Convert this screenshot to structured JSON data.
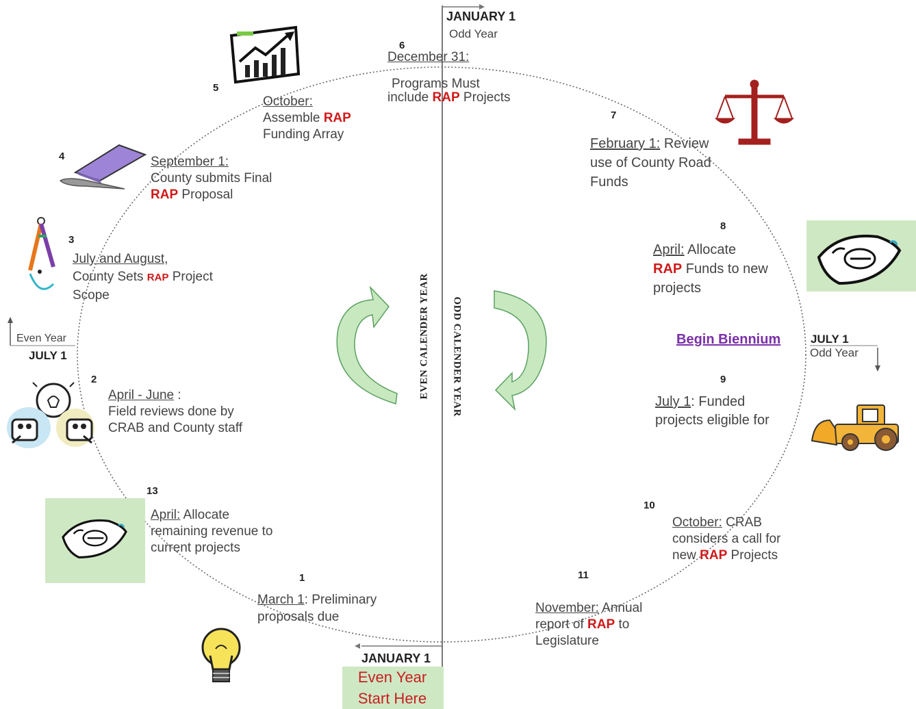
{
  "top_marker": {
    "date": "JANUARY 1",
    "year": "Odd Year"
  },
  "bottom_marker": {
    "date": "JANUARY 1",
    "year": "Even Year",
    "start": "Start Here"
  },
  "left_marker": {
    "year": "Even Year",
    "date": "JULY 1"
  },
  "right_marker": {
    "date": "JULY 1",
    "year": "Odd Year"
  },
  "begin_biennium": "Begin Biennium",
  "center_labels": {
    "even": "EVEN CALENDER YEAR",
    "odd": "ODD CALENDER YEAR"
  },
  "rap": "RAP",
  "steps": [
    {
      "num": "1",
      "date": "March 1",
      "line1": ": Preliminary",
      "line2": "proposals due"
    },
    {
      "num": "2",
      "date": "April - June",
      "date_suffix": " :",
      "line1": "Field reviews done by",
      "line2": "CRAB and County staff"
    },
    {
      "num": "3",
      "date": "July and August,",
      "line1_pre": "County Sets ",
      "line1_post": " Project",
      "line2": "Scope"
    },
    {
      "num": "4",
      "date": "September 1:",
      "line1": "County submits Final",
      "line2_post": " Proposal"
    },
    {
      "num": "5",
      "date": "October:",
      "line1_pre": "Assemble ",
      "line2": "Funding Array"
    },
    {
      "num": "6",
      "date": "December 31:",
      "line1": "Programs Must",
      "line2_pre": "include ",
      "line2_post": " Projects"
    },
    {
      "num": "7",
      "date": "February 1:",
      "line1": " Review",
      "line2": "use of County Road",
      "line3": "Funds"
    },
    {
      "num": "8",
      "date": "April:",
      "line1": " Allocate",
      "line2_post": "  Funds to new",
      "line3": "projects"
    },
    {
      "num": "9",
      "date": "July 1",
      "line1": ": Funded",
      "line2": "projects eligible for"
    },
    {
      "num": "10",
      "date": "October:",
      "line1": " CRAB",
      "line2": "considers a call for",
      "line3_pre": "new ",
      "line3_post": " Projects"
    },
    {
      "num": "11",
      "date": "November:",
      "line1": " Annual",
      "line2_pre": "report of ",
      "line2_post": " to",
      "line3": "Legislature"
    },
    {
      "num": "13",
      "date": "April:",
      "line1": " Allocate",
      "line2": "remaining revenue to",
      "line3": "current projects"
    }
  ],
  "icons": [
    "chart-icon",
    "scales-icon",
    "documents-icon",
    "compass-icon",
    "meeting-icon",
    "money-icon",
    "bulldozer-icon",
    "lightbulb-icon"
  ],
  "colors": {
    "rap": "#d01818",
    "arrow_green": "#c8e8c0",
    "arrow_stroke": "#5aa060",
    "box_green": "#cfe8c4",
    "start_red": "#c62020",
    "link_purple": "#7a2fa8"
  }
}
